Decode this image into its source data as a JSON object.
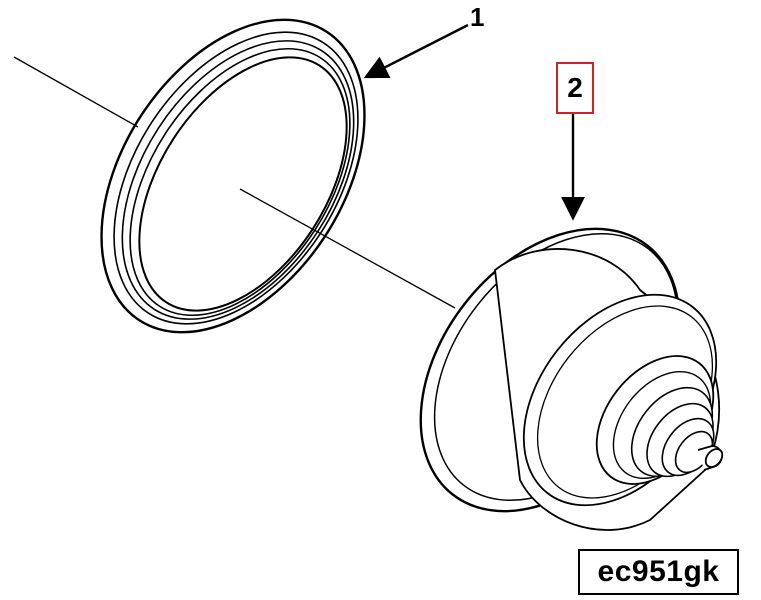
{
  "callouts": [
    {
      "number": "1",
      "part": "seal-ring"
    },
    {
      "number": "2",
      "part": "thermostat"
    }
  ],
  "figure_code": "ec951gk",
  "colors": {
    "line": "#000000",
    "highlight_box": "#d0202a",
    "background": "#ffffff"
  }
}
